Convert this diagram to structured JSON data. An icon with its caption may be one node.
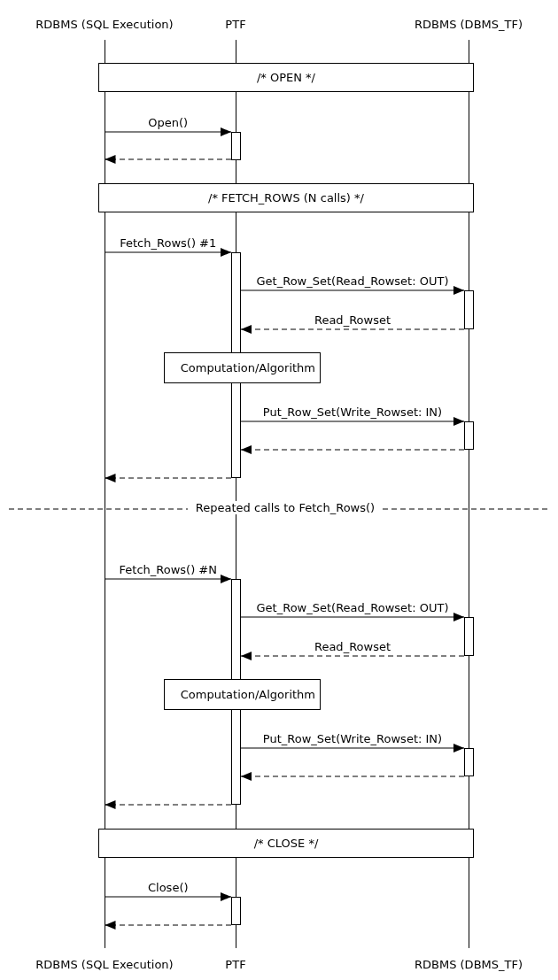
{
  "diagram": {
    "nodes": [
      {
        "text": [
          "RDBMS (SQL Execution)"
        ]
      },
      {
        "text": [
          "PTF"
        ]
      },
      {
        "text": [
          "RDBMS (DBMS_TF)"
        ]
      },
      {
        "text": [],
        "shape": "line"
      },
      {
        "text": [],
        "shape": "line"
      },
      {
        "text": [],
        "shape": "line"
      },
      {
        "text": [
          "/* OPEN */"
        ]
      },
      {
        "text": [],
        "shape": "bar"
      },
      {
        "text": [
          "/* FETCH_ROWS (N calls) */"
        ]
      },
      {
        "text": [],
        "shape": "bar"
      },
      {
        "text": [],
        "shape": "bar"
      },
      {
        "text": [
          "Computation/Algorithm"
        ]
      },
      {
        "text": [],
        "shape": "bar"
      },
      {
        "text": [],
        "shape": "bar"
      },
      {
        "text": [],
        "shape": "bar"
      },
      {
        "text": [
          "Computation/Algorithm"
        ]
      },
      {
        "text": [],
        "shape": "bar"
      },
      {
        "text": [
          "/* CLOSE */"
        ]
      },
      {
        "text": [],
        "shape": "bar"
      },
      {
        "text": [
          "RDBMS (SQL Execution)"
        ]
      },
      {
        "text": [
          "PTF"
        ]
      },
      {
        "text": [
          "RDBMS (DBMS_TF)"
        ]
      }
    ],
    "edges": [
      {
        "from": 3,
        "to": 7,
        "arrow": "to",
        "label": "Open()"
      },
      {
        "from": 7,
        "to": 3,
        "arrow": "to",
        "style": "dashed"
      },
      {
        "from": 3,
        "to": 9,
        "arrow": "to",
        "label": "Fetch_Rows() #1"
      },
      {
        "from": 9,
        "to": 10,
        "arrow": "to",
        "label": "Get_Row_Set(Read_Rowset: OUT)"
      },
      {
        "from": 10,
        "to": 9,
        "arrow": "to",
        "label": "Read_Rowset",
        "style": "dashed"
      },
      {
        "from": 9,
        "to": 12,
        "arrow": "to",
        "label": "Put_Row_Set(Write_Rowset: IN)"
      },
      {
        "from": 12,
        "to": 9,
        "arrow": "to",
        "style": "dashed"
      },
      {
        "from": 9,
        "to": 3,
        "arrow": "to",
        "style": "dashed"
      },
      {
        "from": 3,
        "to": 13,
        "arrow": "to",
        "label": "Fetch_Rows() #N"
      },
      {
        "from": 13,
        "to": 14,
        "arrow": "to",
        "label": "Get_Row_Set(Read_Rowset: OUT)"
      },
      {
        "from": 14,
        "to": 13,
        "arrow": "to",
        "label": "Read_Rowset",
        "style": "dashed"
      },
      {
        "from": 13,
        "to": 16,
        "arrow": "to",
        "label": "Put_Row_Set(Write_Rowset: IN)"
      },
      {
        "from": 16,
        "to": 13,
        "arrow": "to",
        "style": "dashed"
      },
      {
        "from": 13,
        "to": 3,
        "arrow": "to",
        "style": "dashed"
      },
      {
        "from": 3,
        "to": 18,
        "arrow": "to",
        "label": "Close()"
      },
      {
        "from": 18,
        "to": 3,
        "arrow": "to",
        "style": "dashed"
      }
    ],
    "labels": [
      "Repeated calls to Fetch_Rows()"
    ]
  }
}
